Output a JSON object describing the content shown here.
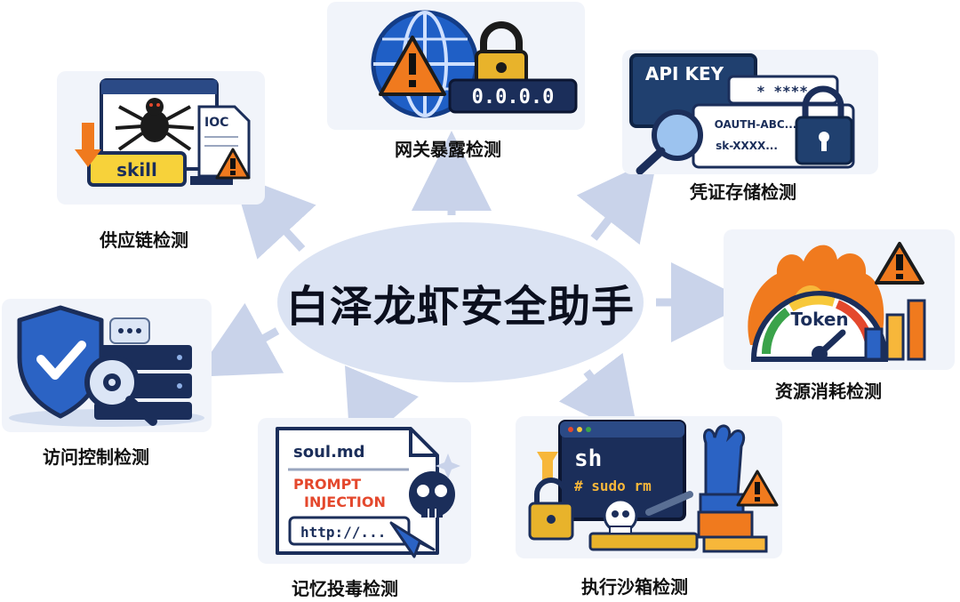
{
  "hub": {
    "title": "白泽龙虾安全助手"
  },
  "modules": [
    {
      "key": "gateway",
      "label": "网关暴露检测",
      "icon": "globe-lock-icon",
      "icon_text": "0.0.0.0"
    },
    {
      "key": "credential",
      "label": "凭证存储检测",
      "icon": "api-key-lock-icon",
      "icon_text": "API KEY",
      "icon_text2": "OAUTH-ABC...",
      "icon_text3": "sk-XXXX...",
      "icon_text4": "* ****"
    },
    {
      "key": "resource",
      "label": "资源消耗检测",
      "icon": "token-gauge-icon",
      "icon_text": "Token"
    },
    {
      "key": "sandbox",
      "label": "执行沙箱检测",
      "icon": "terminal-sandbox-icon",
      "icon_text": "sh",
      "icon_text2": "# sudo rm"
    },
    {
      "key": "memory",
      "label": "记忆投毒检测",
      "icon": "poisoned-memory-icon",
      "icon_text": "soul.md",
      "icon_text2": "PROMPT",
      "icon_text3": "INJECTION",
      "icon_text4": "http://..."
    },
    {
      "key": "access",
      "label": "访问控制检测",
      "icon": "shield-check-icon"
    },
    {
      "key": "supply",
      "label": "供应链检测",
      "icon": "spider-skill-icon",
      "icon_text": "skill",
      "icon_text2": "IOC"
    }
  ],
  "colors": {
    "accent": "#1f4ea8",
    "warn": "#f07a1e",
    "lock": "#e8b32b",
    "arrow": "#c9d3ea"
  }
}
